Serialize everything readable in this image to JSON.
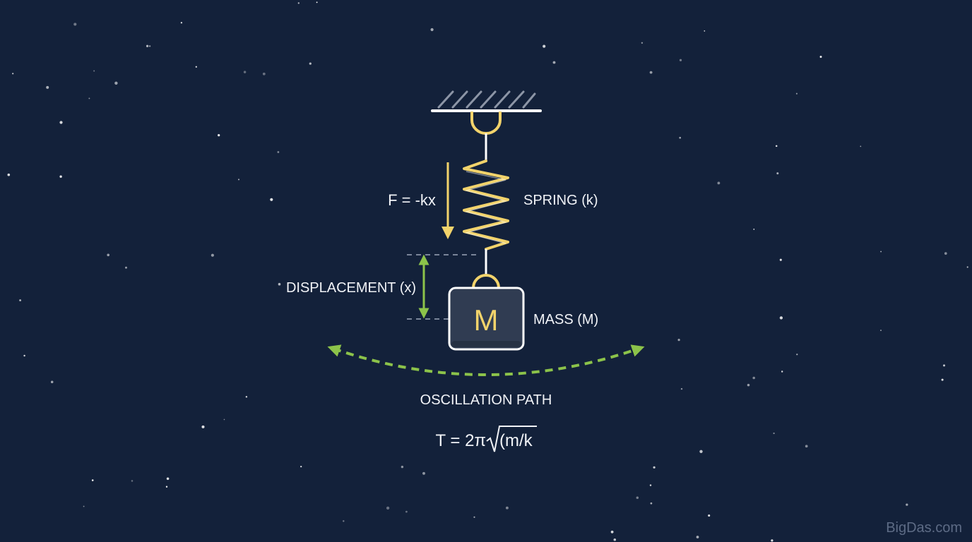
{
  "labels": {
    "force": "F = -kx",
    "spring": "SPRING (k)",
    "displacement": "DISPLACEMENT (x)",
    "mass_letter": "M",
    "mass": "MASS (M)",
    "oscillation": "OSCILLATION PATH",
    "period_prefix": "T = 2π",
    "period_radicand": "(m/k"
  },
  "watermark": "BigDas.com",
  "colors": {
    "background": "#13213a",
    "spring": "#f2d36b",
    "force_arrow": "#f2d36b",
    "displacement_arrow": "#8cc34a",
    "oscillation_path": "#8cc34a",
    "structure": "#ffffff",
    "mass_fill": "#303c52"
  }
}
